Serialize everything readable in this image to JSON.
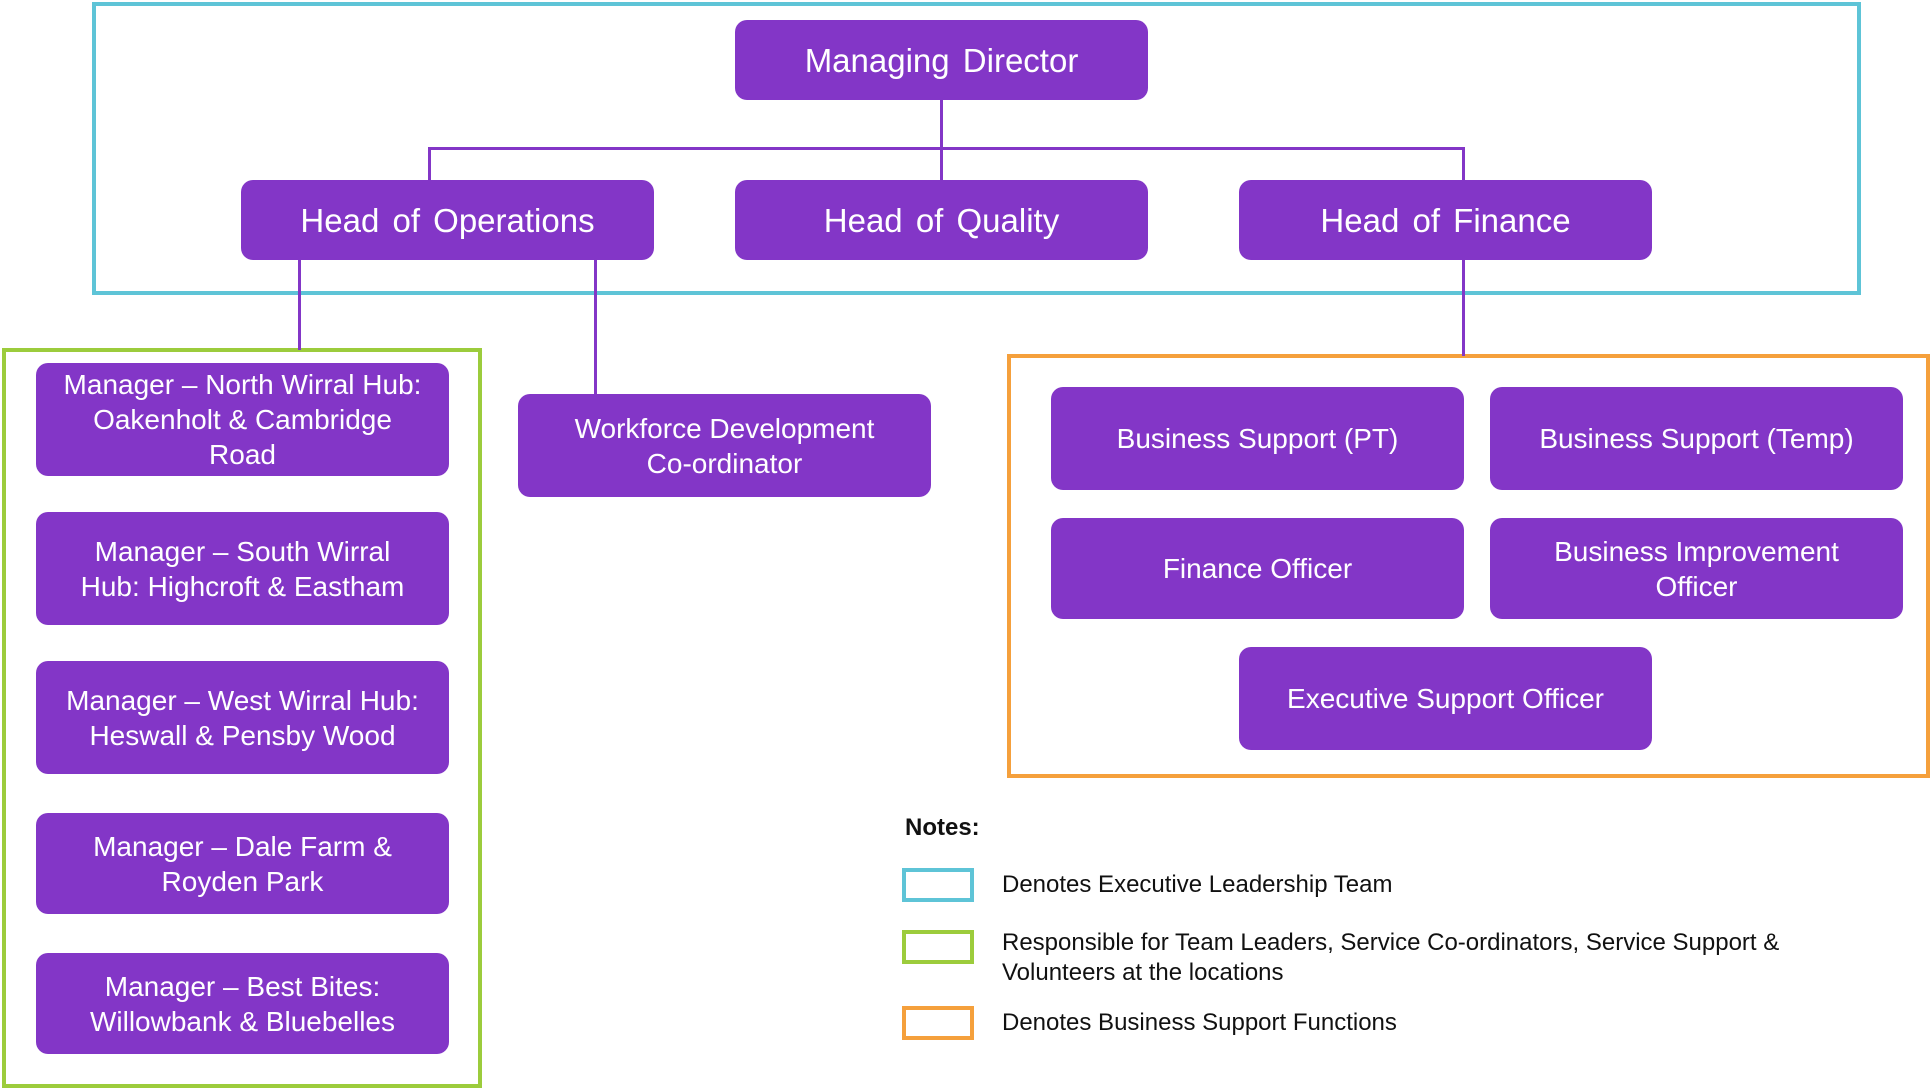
{
  "colors": {
    "node_fill": "#8336c7",
    "executive_frame": "#5ec4d7",
    "locations_frame": "#9ccc3c",
    "business_support_frame": "#f5a03c"
  },
  "org": {
    "managing_director": "Managing Director",
    "head_operations": "Head of Operations",
    "head_quality": "Head of Quality",
    "head_finance": "Head of Finance",
    "workforce": "Workforce Development\nCo-ordinator",
    "managers": [
      "Manager – North Wirral Hub:\nOakenholt & Cambridge\nRoad",
      "Manager – South Wirral\nHub: Highcroft & Eastham",
      "Manager – West Wirral Hub:\nHeswall &  Pensby Wood",
      "Manager – Dale Farm &\nRoyden Park",
      "Manager – Best Bites:\nWillowbank & Bluebelles"
    ],
    "business_support_pt": "Business Support (PT)",
    "business_support_temp": "Business Support (Temp)",
    "finance_officer": "Finance Officer",
    "business_improvement": "Business Improvement\nOfficer",
    "executive_support": "Executive Support Officer"
  },
  "notes": {
    "title": "Notes:",
    "executive": "Denotes Executive Leadership Team",
    "locations": "Responsible for Team Leaders, Service Co-ordinators, Service Support &\nVolunteers at the locations",
    "business_support": "Denotes Business Support Functions"
  }
}
